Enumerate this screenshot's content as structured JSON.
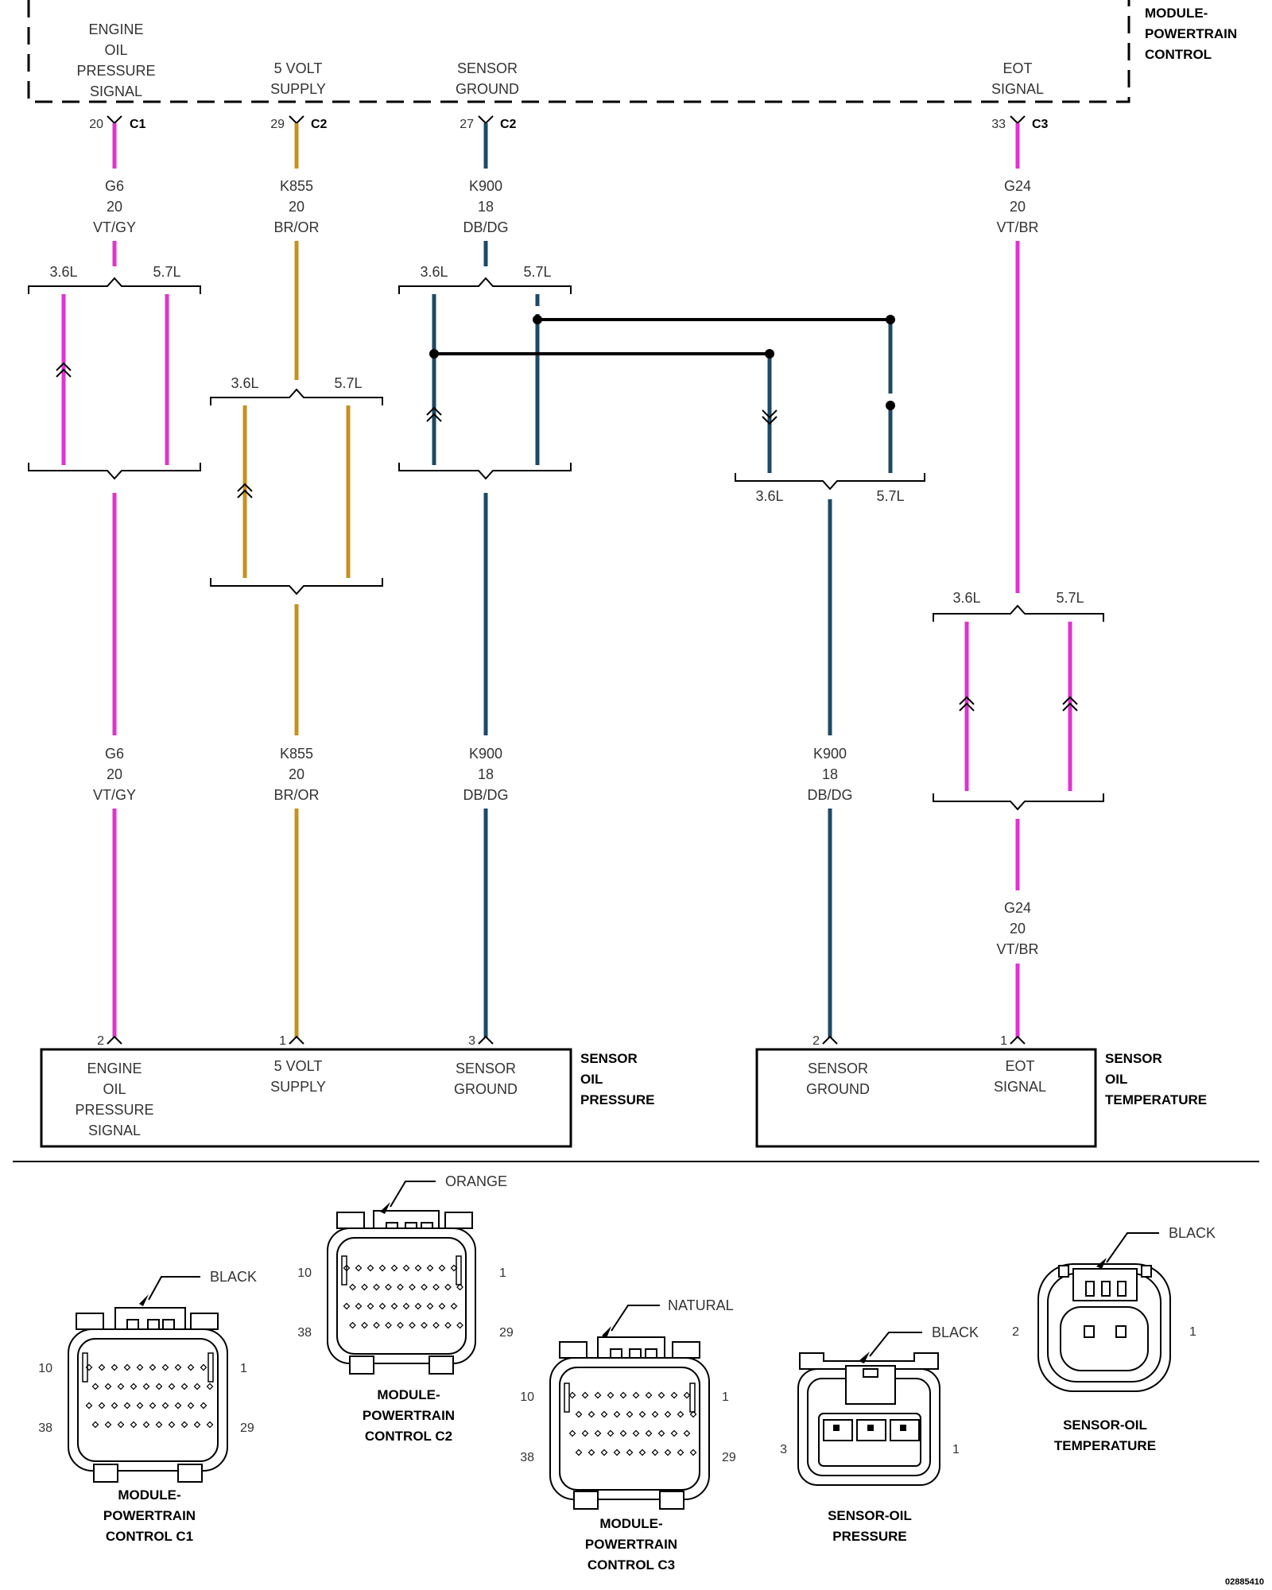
{
  "pcm": {
    "title": [
      "MODULE-",
      "POWERTRAIN",
      "CONTROL"
    ],
    "pins": [
      {
        "label": [
          "ENGINE",
          "OIL",
          "PRESSURE",
          "SIGNAL"
        ],
        "pin": "20",
        "connector": "C1"
      },
      {
        "label": [
          "5 VOLT",
          "SUPPLY"
        ],
        "pin": "29",
        "connector": "C2"
      },
      {
        "label": [
          "SENSOR",
          "GROUND"
        ],
        "pin": "27",
        "connector": "C2"
      },
      {
        "label": [
          "EOT",
          "SIGNAL"
        ],
        "pin": "33",
        "connector": "C3"
      }
    ]
  },
  "wires": {
    "g6": {
      "circuit": "G6",
      "gauge": "20",
      "color_code": "VT/GY",
      "color": "#e033d0"
    },
    "k855": {
      "circuit": "K855",
      "gauge": "20",
      "color_code": "BR/OR",
      "color": "#c8901c"
    },
    "k900": {
      "circuit": "K900",
      "gauge": "18",
      "color_code": "DB/DG",
      "color": "#1c4a66"
    },
    "g24": {
      "circuit": "G24",
      "gauge": "20",
      "color_code": "VT/BR",
      "color": "#e033d0"
    }
  },
  "engine_variants": {
    "a": "3.6L",
    "b": "5.7L"
  },
  "sensor_oil_pressure": {
    "title": [
      "SENSOR",
      "OIL",
      "PRESSURE"
    ],
    "pins": [
      {
        "pin": "2",
        "label": [
          "ENGINE",
          "OIL",
          "PRESSURE",
          "SIGNAL"
        ]
      },
      {
        "pin": "1",
        "label": [
          "5 VOLT",
          "SUPPLY"
        ]
      },
      {
        "pin": "3",
        "label": [
          "SENSOR",
          "GROUND"
        ]
      }
    ]
  },
  "sensor_oil_temperature": {
    "title": [
      "SENSOR",
      "OIL",
      "TEMPERATURE"
    ],
    "pins": [
      {
        "pin": "2",
        "label": [
          "SENSOR",
          "GROUND"
        ]
      },
      {
        "pin": "1",
        "label": [
          "EOT",
          "SIGNAL"
        ]
      }
    ]
  },
  "connector_views": [
    {
      "name": [
        "MODULE-",
        "POWERTRAIN",
        "CONTROL C1"
      ],
      "color_label": "BLACK",
      "pins_left": [
        "10",
        "38"
      ],
      "pins_right": [
        "1",
        "29"
      ]
    },
    {
      "name": [
        "MODULE-",
        "POWERTRAIN",
        "CONTROL C2"
      ],
      "color_label": "ORANGE",
      "pins_left": [
        "10",
        "38"
      ],
      "pins_right": [
        "1",
        "29"
      ]
    },
    {
      "name": [
        "MODULE-",
        "POWERTRAIN",
        "CONTROL C3"
      ],
      "color_label": "NATURAL",
      "pins_left": [
        "10",
        "38"
      ],
      "pins_right": [
        "1",
        "29"
      ]
    },
    {
      "name": [
        "SENSOR-OIL",
        "PRESSURE"
      ],
      "color_label": "BLACK",
      "pins_left": [
        "3"
      ],
      "pins_right": [
        "1"
      ]
    },
    {
      "name": [
        "SENSOR-OIL",
        "TEMPERATURE"
      ],
      "color_label": "BLACK",
      "pins_left": [
        "2"
      ],
      "pins_right": [
        "1"
      ]
    }
  ],
  "figure_id": "02885410"
}
